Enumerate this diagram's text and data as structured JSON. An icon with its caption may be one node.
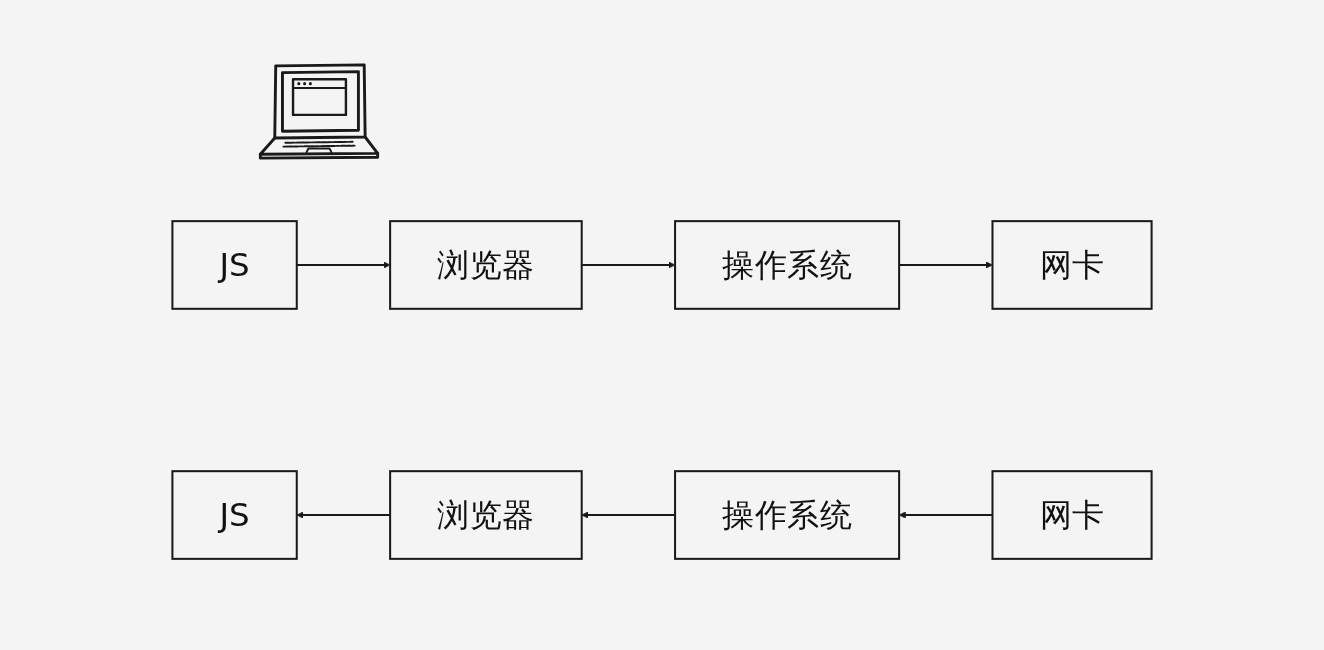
{
  "diagram": {
    "nodes": [
      {
        "text": [
          "JS"
        ]
      },
      {
        "text": [
          "浏览器"
        ]
      },
      {
        "text": [
          "操作系统"
        ]
      },
      {
        "text": [
          "网卡"
        ]
      },
      {
        "text": [
          "JS"
        ]
      },
      {
        "text": [
          "浏览器"
        ]
      },
      {
        "text": [
          "操作系统"
        ]
      },
      {
        "text": [
          "网卡"
        ]
      }
    ],
    "edges": [
      {
        "from": 0,
        "to": 1,
        "arrow": "to"
      },
      {
        "from": 1,
        "to": 2,
        "arrow": "to"
      },
      {
        "from": 2,
        "to": 3,
        "arrow": "to"
      },
      {
        "from": 7,
        "to": 6,
        "arrow": "to"
      },
      {
        "from": 6,
        "to": 5,
        "arrow": "to"
      },
      {
        "from": 5,
        "to": 4,
        "arrow": "to"
      }
    ]
  }
}
